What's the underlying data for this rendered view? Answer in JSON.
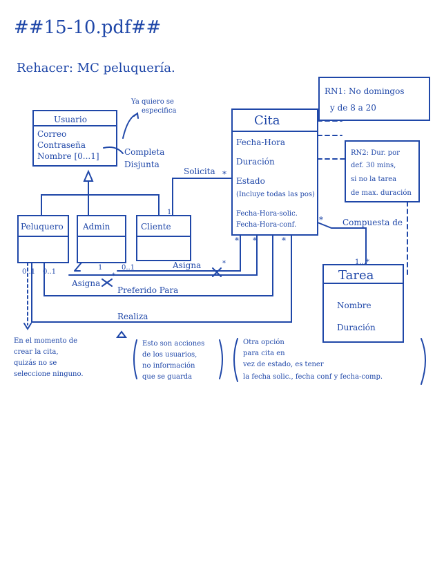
{
  "header": {
    "title": "##15-10.pdf##",
    "subtitle": "Rehacer: MC peluquería."
  },
  "classes": {
    "usuario": {
      "name": "Usuario",
      "attrs": [
        "Correo",
        "Contraseña",
        "Nombre [0...1]"
      ]
    },
    "cita": {
      "name": "Cita",
      "attrs": [
        "Fecha-Hora",
        "Duración",
        "Estado",
        "(Incluye todas las pos)",
        "Fecha-Hora-solic.",
        "Fecha-Hora-conf."
      ]
    },
    "peluquero": {
      "name": "Peluquero"
    },
    "admin": {
      "name": "Admin"
    },
    "cliente": {
      "name": "Cliente"
    },
    "tarea": {
      "name": "Tarea",
      "attrs": [
        "Nombre",
        "Duración"
      ]
    }
  },
  "notes": {
    "ya_quiero": [
      "Ya quiero se",
      "especifica"
    ],
    "completa": [
      "Completa",
      "Disjunta"
    ],
    "rn1": [
      "RN1: No domingos",
      "y de 8 a 20"
    ],
    "rn2": [
      "RN2: Dur. por",
      "def. 30 mins,",
      "si no la tarea",
      "de max. duración"
    ],
    "bottom_left": [
      "En el momento de",
      "crear la cita,",
      "quizás no se",
      "seleccione ninguno."
    ],
    "bottom_mid": [
      "Esto son acciones",
      "de los usuarios,",
      "no información",
      "que se guarda"
    ],
    "bottom_right": [
      "Otra opción",
      "para cita en",
      "vez de estado, es tener",
      "la fecha solic., fecha conf y fecha-comp."
    ]
  },
  "associations": {
    "solicita": "Solicita",
    "asigna1": "Asigna",
    "asigna2": "Asigna",
    "preferido": "Preferido Para",
    "realiza": "Realiza",
    "compuesta": "Compuesta de"
  },
  "multiplicities": {
    "solicita_cita": "*",
    "solicita_cliente": "1",
    "pel_1": "0..1",
    "pel_2": "0..1",
    "admin_a": "1",
    "admin_b": "*",
    "cliente_01": "0..1",
    "asigna_star": "*",
    "cita_star1": "*",
    "cita_star2": "*",
    "cita_star3": "*",
    "tarea_mult": "1...*",
    "pref_star": "*"
  },
  "colors": {
    "ink": "#1f47a8"
  }
}
